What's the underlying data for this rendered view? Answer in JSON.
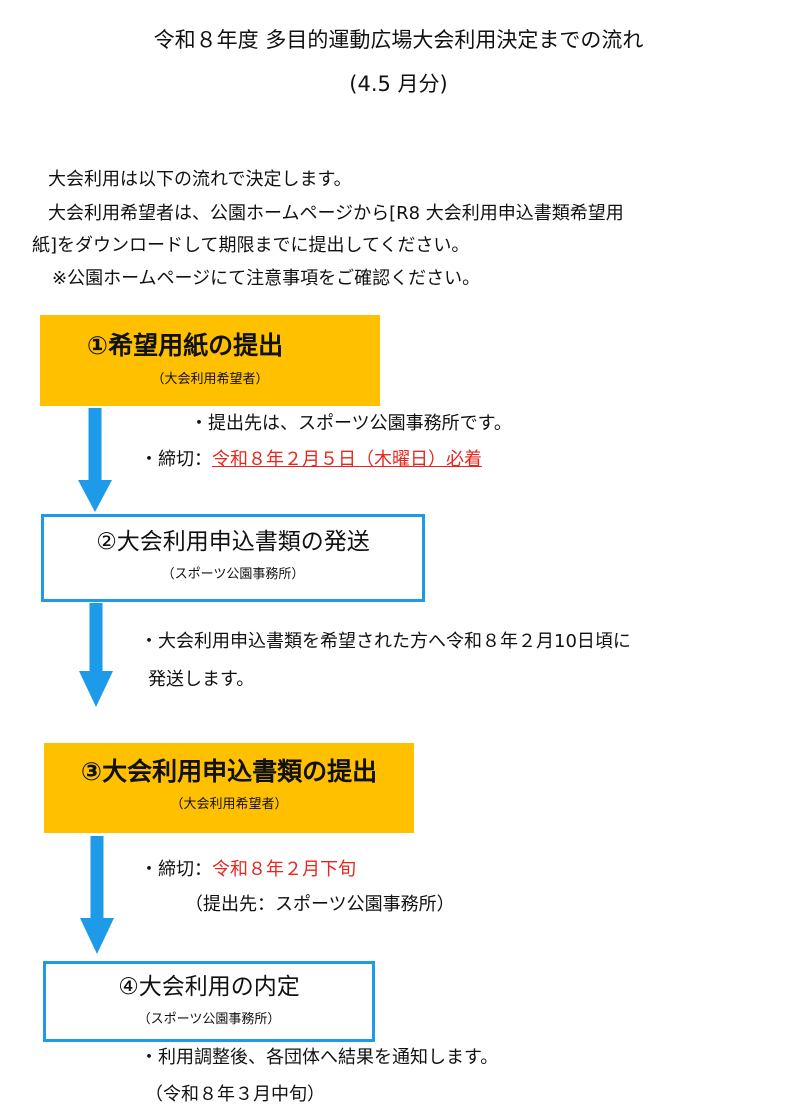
{
  "title": {
    "line1": "令和８年度 多目的運動広場大会利用決定までの流れ",
    "line2": "(4.5 月分)"
  },
  "intro": [
    "大会利用は以下の流れで決定します。",
    "大会利用希望者は、公園ホームページから[R8 大会利用申込書類希望用",
    "紙]をダウンロードして期限までに提出してください。",
    "※公園ホームページにて注意事項をご確認ください。"
  ],
  "colors": {
    "orange": "#FFC000",
    "blue": "#1E9BE8",
    "red": "#E8261E"
  },
  "steps": [
    {
      "title": "①希望用紙の提出",
      "sub": "（大会利用希望者）",
      "notes": [
        {
          "text": "・提出先は、スポーツ公園事務所です。"
        },
        {
          "prefix": "・締切：",
          "highlight": "令和８年２月５日（木曜日）必着"
        }
      ]
    },
    {
      "title": "②大会利用申込書類の発送",
      "sub": "（スポーツ公園事務所）",
      "notes": [
        {
          "text": "・大会利用申込書類を希望された方へ令和８年２月10日頃に"
        },
        {
          "text": "発送します。"
        }
      ]
    },
    {
      "title": "③大会利用申込書類の提出",
      "sub": "（大会利用希望者）",
      "notes": [
        {
          "prefix": "・締切：",
          "highlight": "令和８年２月下旬"
        },
        {
          "text": "（提出先：スポーツ公園事務所）"
        }
      ]
    },
    {
      "title": "④大会利用の内定",
      "sub": "（スポーツ公園事務所）",
      "notes": [
        {
          "text": "・利用調整後、各団体へ結果を通知します。"
        },
        {
          "text": "（令和８年３月中旬）"
        }
      ]
    }
  ]
}
